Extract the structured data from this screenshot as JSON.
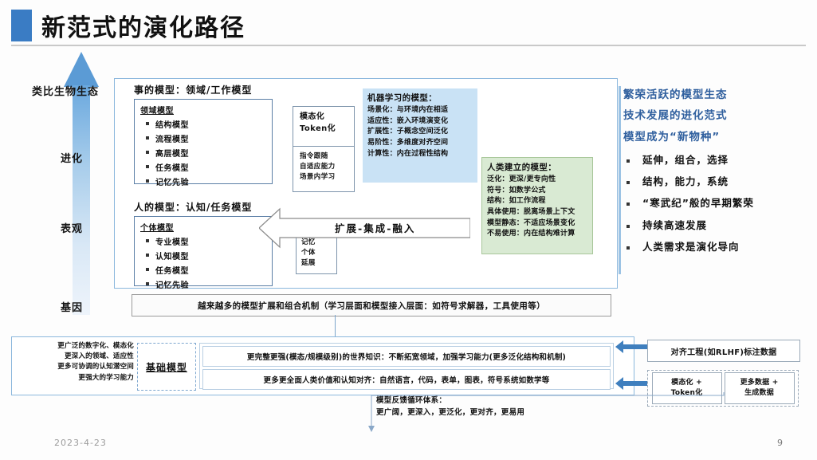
{
  "title": "新范式的演化路径",
  "axis": {
    "labels": [
      "类比生物生态",
      "进化",
      "表观",
      "基因"
    ]
  },
  "main": {
    "thing_model": {
      "heading": "事的模型：领域/工作模型",
      "sub_title": "领域模型",
      "items": [
        "结构模型",
        "流程模型",
        "高层模型",
        "任务模型",
        "记忆先验"
      ]
    },
    "human_model": {
      "heading": "人的模型：认知/任务模型",
      "sub_title": "个体模型",
      "items": [
        "专业模型",
        "认知模型",
        "任务模型",
        "记忆先验"
      ]
    },
    "mini_top": "模态化\nToken化",
    "mini_bottom": "指令跟随\n自适应能力\n场景内学习",
    "mini_memory": "记忆\n个体\n延展",
    "ml_box": {
      "heading": "机器学习的模型：",
      "rows": [
        "场景化：与环境内在相适",
        "适应性：嵌入环境演变化",
        "扩展性：子概念空间泛化",
        "易阶性：多维度对齐空间",
        "计算性：内在过程性结构"
      ]
    },
    "green_box": {
      "heading": "人类建立的模型：",
      "rows": [
        "泛化：更深/更专向性",
        "符号：如数学公式",
        "结构：如工作流程",
        "具体使用：脱离场景上下文",
        "模型静态：不适应场景变化",
        "不易使用：内在结构难计算"
      ]
    },
    "merge_arrow_label": "扩展-集成-融入",
    "mechanism_bar": "越来越多的模型扩展和组合机制（学习层面和模型接入层面：如符号求解器，工具使用等）"
  },
  "bottom": {
    "left_notes": [
      "更广泛的数字化、模态化",
      "更深入的领域、适应性",
      "更多可协调的认知潜空间",
      "更强大的学习能力"
    ],
    "foundation_label": "基础模型",
    "rows": [
      "更完整更强(模态/规模级别)的世界知识：不断拓宽领域，加强学习能力(更多泛化结构和机制)",
      "更多更全面人类价值和认知对齐：自然语言，代码，表单，图表，符号系统如数学等"
    ],
    "rlhf_box": "对齐工程(如RLHF)标注数据",
    "data_cells": [
      "模态化 +\nToken化",
      "更多数据 +\n生成数据"
    ],
    "feedback_title": "模型反馈循环体系：",
    "feedback_text": "更广阔，更深入，更泛化，更对齐，更易用"
  },
  "right": {
    "headlines": [
      "繁荣活跃的模型生态",
      "技术发展的进化范式",
      "模型成为“新物种”"
    ],
    "bullets": [
      "延伸，组合，选择",
      "结构，能力，系统",
      "“寒武纪”般的早期繁荣",
      "持续高速发展",
      "人类需求是演化导向"
    ]
  },
  "footer": {
    "date": "2023-4-23",
    "page": "9"
  },
  "colors": {
    "accent": "#3a7cc4",
    "ml_box": "#c9e2f5",
    "green_box": "#d9ead3",
    "headline": "#2f5f9e"
  }
}
